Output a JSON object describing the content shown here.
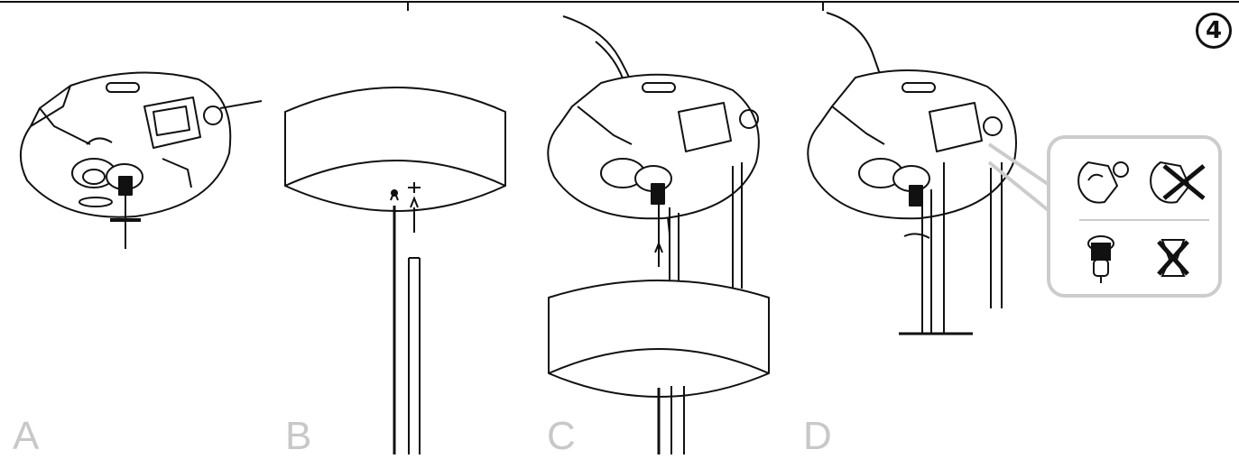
{
  "step": {
    "number": "4"
  },
  "panels": [
    {
      "letter": "A"
    },
    {
      "letter": "B"
    },
    {
      "letter": "C"
    },
    {
      "letter": "D"
    }
  ],
  "icons": [
    "clip-ok-icon",
    "clip-cross-icon",
    "connector-ok-icon",
    "connector-cross-icon"
  ],
  "colors": {
    "line": "#111111",
    "label": "#c8c8c8",
    "callout": "#cccccc"
  }
}
